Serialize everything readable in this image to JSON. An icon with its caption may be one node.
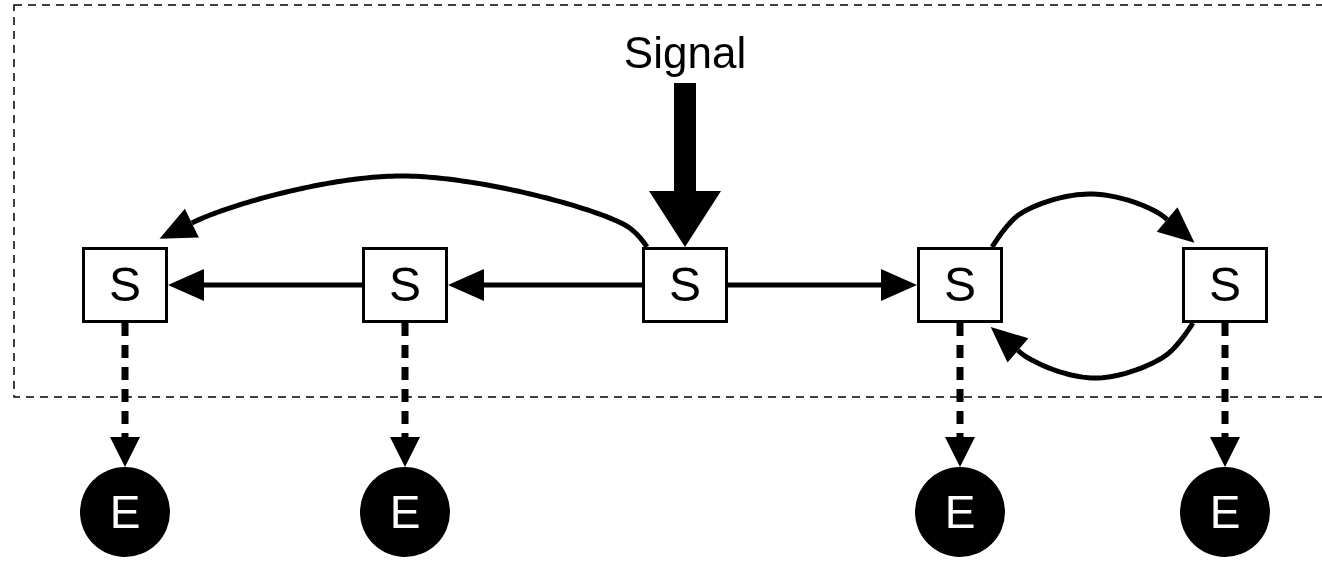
{
  "diagram": {
    "nodes": [
      {
        "text": [
          "Signal"
        ]
      },
      {
        "text": [
          "S"
        ]
      },
      {
        "text": [
          "S"
        ]
      },
      {
        "text": [
          "S"
        ]
      },
      {
        "text": [
          "S"
        ]
      },
      {
        "text": [
          "S"
        ]
      },
      {
        "text": [
          "E"
        ]
      },
      {
        "text": [
          "E"
        ]
      },
      {
        "text": [
          "E"
        ]
      },
      {
        "text": [
          "E"
        ]
      }
    ],
    "edges": [
      {
        "from": 0,
        "to": 3,
        "arrow": "to",
        "style": "thick"
      },
      {
        "from": 3,
        "to": 2,
        "arrow": "to"
      },
      {
        "from": 2,
        "to": 1,
        "arrow": "to"
      },
      {
        "from": 3,
        "to": 1,
        "arrow": "to"
      },
      {
        "from": 3,
        "to": 4,
        "arrow": "to"
      },
      {
        "from": 4,
        "to": 5,
        "arrow": "to"
      },
      {
        "from": 5,
        "to": 4,
        "arrow": "to"
      },
      {
        "from": 1,
        "to": 6,
        "arrow": "to",
        "style": "dashed"
      },
      {
        "from": 2,
        "to": 7,
        "arrow": "to",
        "style": "dashed"
      },
      {
        "from": 4,
        "to": 8,
        "arrow": "to",
        "style": "dashed"
      },
      {
        "from": 5,
        "to": 9,
        "arrow": "to",
        "style": "dashed"
      }
    ]
  }
}
